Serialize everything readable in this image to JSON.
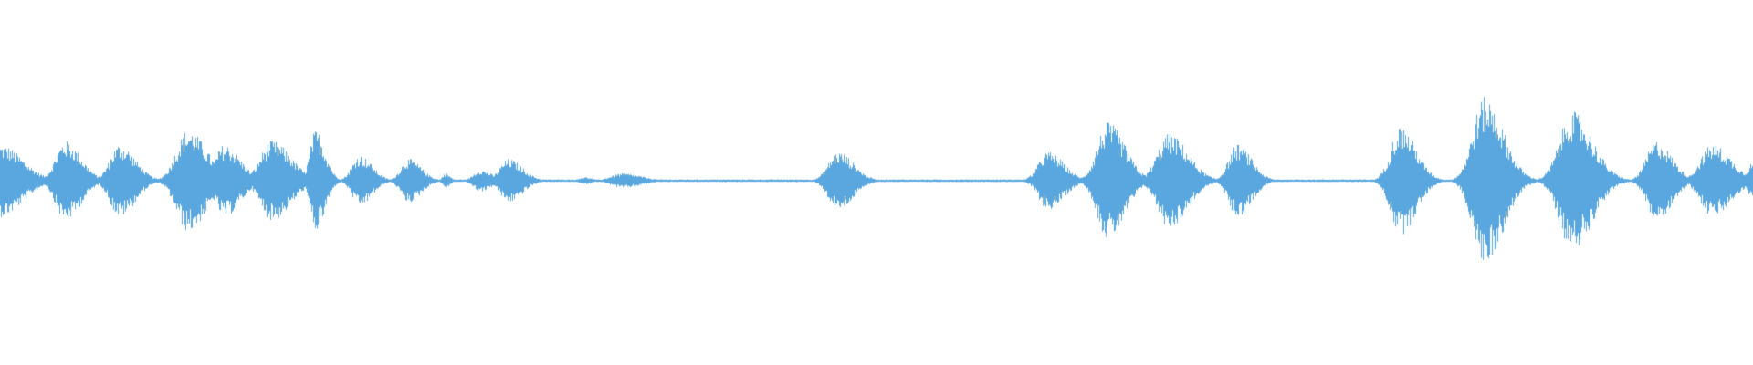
{
  "waveform": {
    "color": "#5aa7e0",
    "background": "#ffffff",
    "baseline_visible": true,
    "bursts": [
      {
        "t": 0.0,
        "a": 0.1,
        "w": 0.014
      },
      {
        "t": 0.037,
        "a": 0.11,
        "w": 0.01
      },
      {
        "t": 0.068,
        "a": 0.1,
        "w": 0.01
      },
      {
        "t": 0.107,
        "a": 0.14,
        "w": 0.012
      },
      {
        "t": 0.128,
        "a": 0.1,
        "w": 0.01
      },
      {
        "t": 0.155,
        "a": 0.11,
        "w": 0.012
      },
      {
        "t": 0.18,
        "a": 0.14,
        "w": 0.006
      },
      {
        "t": 0.205,
        "a": 0.07,
        "w": 0.008
      },
      {
        "t": 0.233,
        "a": 0.06,
        "w": 0.008
      },
      {
        "t": 0.254,
        "a": 0.02,
        "w": 0.003
      },
      {
        "t": 0.274,
        "a": 0.03,
        "w": 0.007
      },
      {
        "t": 0.29,
        "a": 0.06,
        "w": 0.009
      },
      {
        "t": 0.333,
        "a": 0.01,
        "w": 0.005
      },
      {
        "t": 0.355,
        "a": 0.02,
        "w": 0.012
      },
      {
        "t": 0.478,
        "a": 0.08,
        "w": 0.01
      },
      {
        "t": 0.598,
        "a": 0.08,
        "w": 0.01
      },
      {
        "t": 0.632,
        "a": 0.16,
        "w": 0.011
      },
      {
        "t": 0.667,
        "a": 0.13,
        "w": 0.012
      },
      {
        "t": 0.706,
        "a": 0.1,
        "w": 0.009
      },
      {
        "t": 0.799,
        "a": 0.15,
        "w": 0.01
      },
      {
        "t": 0.847,
        "a": 0.23,
        "w": 0.012
      },
      {
        "t": 0.897,
        "a": 0.19,
        "w": 0.013
      },
      {
        "t": 0.945,
        "a": 0.11,
        "w": 0.01
      },
      {
        "t": 0.977,
        "a": 0.1,
        "w": 0.012
      },
      {
        "t": 1.0,
        "a": 0.05,
        "w": 0.006
      }
    ]
  }
}
